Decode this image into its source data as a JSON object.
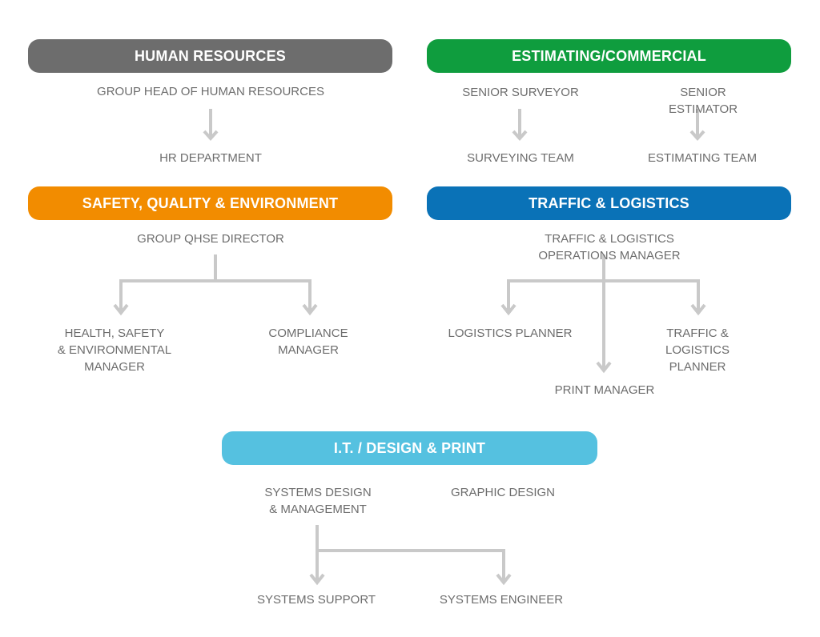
{
  "colors": {
    "hr": "#6d6d6d",
    "estimating": "#0f9d3e",
    "safety": "#f28c00",
    "traffic": "#0a72b7",
    "it": "#55c1e0",
    "connector": "#c9c9c9"
  },
  "hr": {
    "title": "HUMAN RESOURCES",
    "head": "GROUP HEAD OF HUMAN RESOURCES",
    "dept": "HR DEPARTMENT"
  },
  "estimating": {
    "title": "ESTIMATING/COMMERCIAL",
    "surveyor": "SENIOR SURVEYOR",
    "estimator": "SENIOR ESTIMATOR",
    "survey_team": "SURVEYING TEAM",
    "estimating_team": "ESTIMATING TEAM"
  },
  "safety": {
    "title": "SAFETY, QUALITY & ENVIRONMENT",
    "director": "GROUP QHSE DIRECTOR",
    "hse_manager": "HEALTH, SAFETY\n& ENVIRONMENTAL\nMANAGER",
    "compliance": "COMPLIANCE\nMANAGER"
  },
  "traffic": {
    "title": "TRAFFIC & LOGISTICS",
    "ops_manager": "TRAFFIC & LOGISTICS OPERATIONS MANAGER",
    "logistics_planner": "LOGISTICS PLANNER",
    "tl_planner": "TRAFFIC & LOGISTICS\nPLANNER",
    "print_manager": "PRINT MANAGER"
  },
  "it": {
    "title": "I.T. / DESIGN & PRINT",
    "systems_design": "SYSTEMS DESIGN\n& MANAGEMENT",
    "graphic_design": "GRAPHIC DESIGN",
    "systems_support": "SYSTEMS SUPPORT",
    "systems_engineer": "SYSTEMS ENGINEER"
  }
}
